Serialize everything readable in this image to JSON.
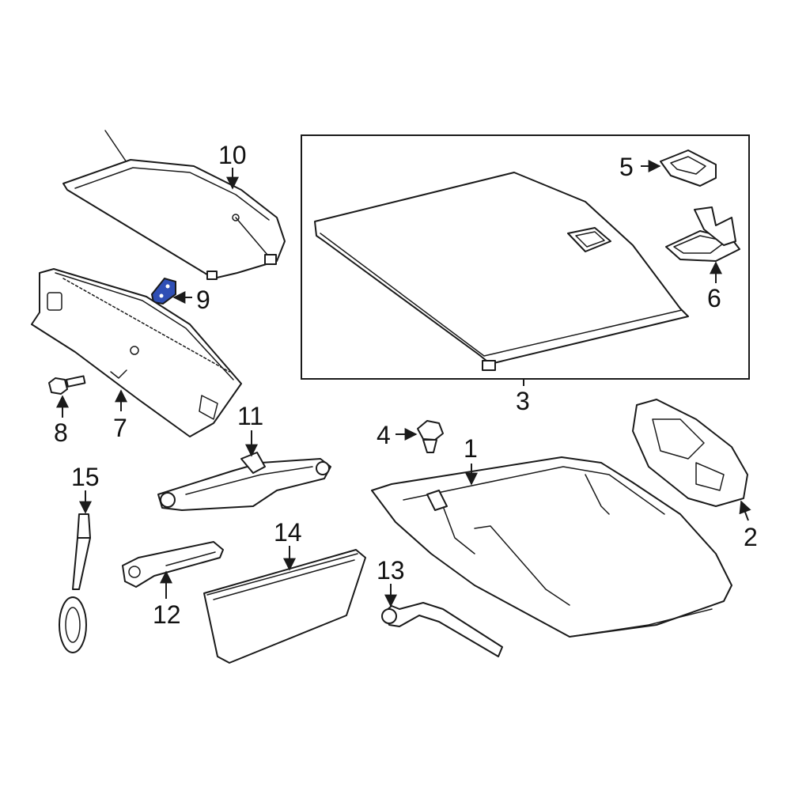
{
  "colors": {
    "line": "#1a1a1a",
    "highlight": "#2f4fb5",
    "background": "#ffffff"
  },
  "callouts": {
    "c1": "1",
    "c2": "2",
    "c3": "3",
    "c4": "4",
    "c5": "5",
    "c6": "6",
    "c7": "7",
    "c8": "8",
    "c9": "9",
    "c10": "10",
    "c11": "11",
    "c12": "12",
    "c13": "13",
    "c14": "14",
    "c15": "15"
  },
  "highlighted_part": "9"
}
